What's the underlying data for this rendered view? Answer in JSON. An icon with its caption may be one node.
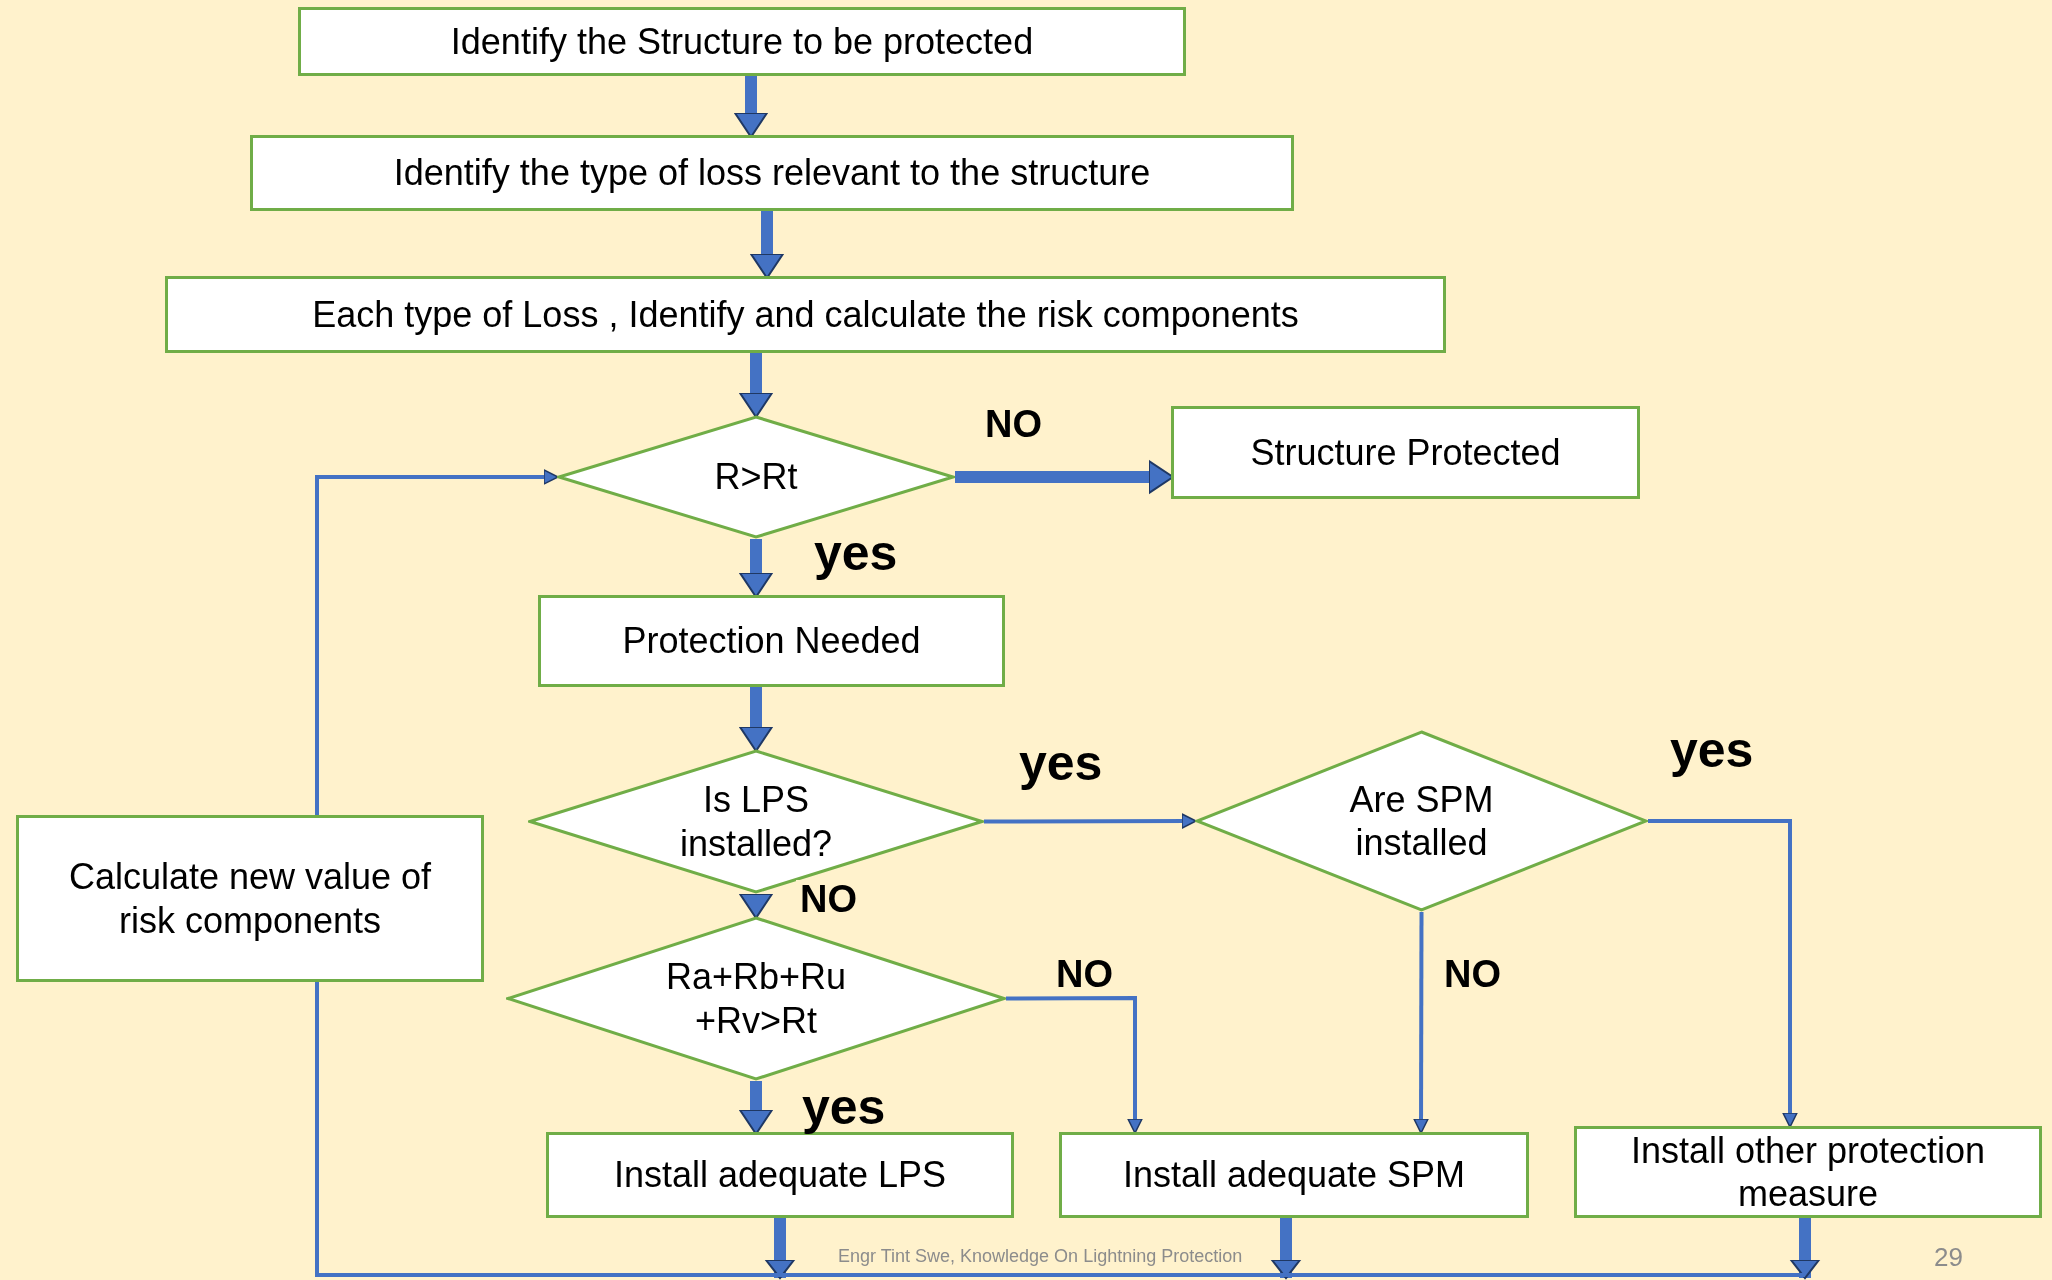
{
  "diagram": {
    "nodes": [
      {
        "text": [
          "Identify the Structure to be protected"
        ]
      },
      {
        "text": [
          "Identify the type of loss relevant to the structure"
        ]
      },
      {
        "text": [
          "Each type of Loss , Identify and calculate the risk components"
        ]
      },
      {
        "text": [
          "R>Rt"
        ]
      },
      {
        "text": [
          "Structure Protected"
        ]
      },
      {
        "text": [
          "Protection Needed"
        ]
      },
      {
        "text": [
          "Is LPS installed?"
        ]
      },
      {
        "text": [
          "Are SPM installed"
        ]
      },
      {
        "text": [
          "Calculate new value of risk components"
        ]
      },
      {
        "text": [
          "Ra+Rb+Ru +Rv>Rt"
        ]
      },
      {
        "text": [
          "Install adequate LPS"
        ]
      },
      {
        "text": [
          "Install adequate SPM"
        ]
      },
      {
        "text": [
          "Install other protection measure"
        ]
      }
    ],
    "edges": [
      {
        "from": 0,
        "to": 1,
        "arrow": "to"
      },
      {
        "from": 1,
        "to": 2,
        "arrow": "to"
      },
      {
        "from": 2,
        "to": 3,
        "arrow": "to"
      },
      {
        "from": 3,
        "to": 4,
        "arrow": "to",
        "label": "NO"
      },
      {
        "from": 3,
        "to": 5,
        "arrow": "to",
        "label": "yes"
      },
      {
        "from": 5,
        "to": 6,
        "arrow": "to"
      },
      {
        "from": 6,
        "to": 7,
        "arrow": "to",
        "label": "yes"
      },
      {
        "from": 6,
        "to": 9,
        "arrow": "to",
        "label": "NO"
      },
      {
        "from": 9,
        "to": 10,
        "arrow": "to",
        "label": "yes"
      },
      {
        "from": 9,
        "to": 11,
        "arrow": "to",
        "label": "NO"
      },
      {
        "from": 7,
        "to": 11,
        "arrow": "to",
        "label": "NO"
      },
      {
        "from": 7,
        "to": 12,
        "arrow": "to",
        "label": "yes"
      },
      {
        "from": 8,
        "to": 3,
        "arrow": "to"
      },
      {
        "from": 10,
        "to": null,
        "arrow": "to"
      },
      {
        "from": 11,
        "to": null,
        "arrow": "to"
      },
      {
        "from": 12,
        "to": null,
        "arrow": "to"
      },
      {
        "from": 8,
        "to": null,
        "arrow": "none"
      }
    ],
    "labels": [
      "Engr Tint Swe, Knowledge On Lightning Protection",
      "29"
    ]
  }
}
